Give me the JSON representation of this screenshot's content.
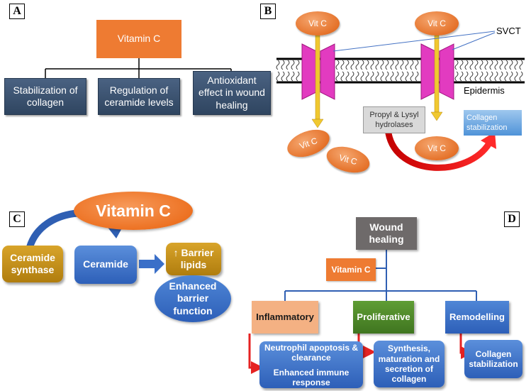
{
  "panels": {
    "a": "A",
    "b": "B",
    "c": "C",
    "d": "D"
  },
  "panel_a": {
    "root": "Vitamin C",
    "children": [
      "Stabilization of collagen",
      "Regulation of ceramide levels",
      "Antioxidant effect in wound healing"
    ]
  },
  "panel_b": {
    "vit_top_1": "Vit C",
    "vit_top_2": "Vit C",
    "vit_bottom_1": "Vit C",
    "vit_bottom_2": "Vit C",
    "vit_mid": "Vit C",
    "svct": "SVCT",
    "epidermis": "Epidermis",
    "enzymes": "Propyl & Lysyl hydrolases",
    "collagen": "Collagen stabilization"
  },
  "panel_c": {
    "vitamin": "Vitamin C",
    "synthase": "Ceramide synthase",
    "ceramide": "Ceramide",
    "barrier_lipids": "↑ Barrier lipids",
    "enhanced": "Enhanced barrier function"
  },
  "panel_d": {
    "root": "Wound healing",
    "vitamin": "Vitamin C",
    "phases": [
      "Inflammatory",
      "Proliferative",
      "Remodelling"
    ],
    "inflammatory_effects": [
      "Neutrophil apoptosis & clearance",
      "Enhanced immune response"
    ],
    "proliferative_effect": "Synthesis, maturation and secretion of collagen",
    "remodelling_effect": "Collagen stabilization"
  },
  "colors": {
    "orange": "#ee7b32",
    "navy": "#3b5170",
    "magenta": "#e23bc0",
    "blue": "#3a6fc8",
    "gold": "#c8921c",
    "grey": "#6e6a6a",
    "green": "#4f8a2a",
    "peach": "#f4b183",
    "red": "#e52222"
  }
}
